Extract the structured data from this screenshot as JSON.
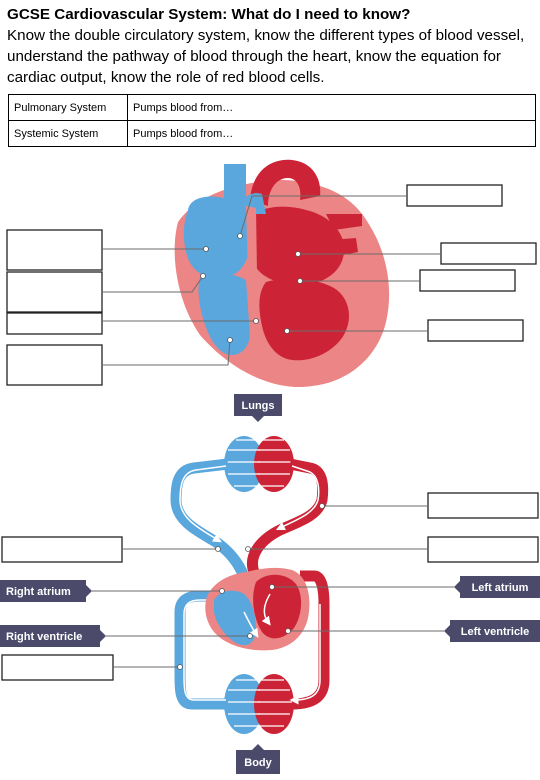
{
  "header": {
    "title": "GCSE Cardiovascular System: What do I need to know?",
    "intro": "Know the double circulatory system, know the different types of blood vessel, understand the pathway of blood through the heart, know the equation for cardiac output, know the role of red blood cells."
  },
  "table": {
    "rows": [
      {
        "system": "Pulmonary System",
        "description": "Pumps blood from…"
      },
      {
        "system": "Systemic System",
        "description": "Pumps blood from…"
      }
    ]
  },
  "circulation_labels": {
    "lungs": "Lungs",
    "body": "Body",
    "right_atrium": "Right atrium",
    "right_ventricle": "Right ventricle",
    "left_atrium": "Left atrium",
    "left_ventricle": "Left ventricle"
  },
  "colors": {
    "deoxygenated": "#5aa7dd",
    "oxygenated": "#cc2436",
    "heart_wall": "#ec8585",
    "label_tag": "#4b4a6b"
  }
}
